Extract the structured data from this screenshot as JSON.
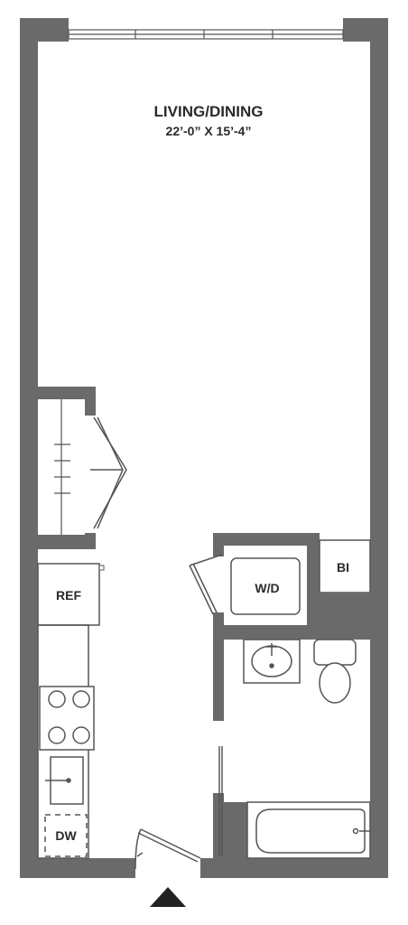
{
  "rooms": {
    "living": {
      "name": "LIVING/DINING",
      "dimensions": "22’-0” X 15’-4”"
    }
  },
  "fixtures": {
    "refrigerator": "REF",
    "washer_dryer": "W/D",
    "built_in": "BI",
    "dishwasher": "DW"
  },
  "colors": {
    "wall": "#6a6a6a",
    "line": "#555555",
    "text": "#2a2a2a",
    "background": "#ffffff"
  },
  "icons": {
    "entry": "entry-arrow-icon"
  }
}
